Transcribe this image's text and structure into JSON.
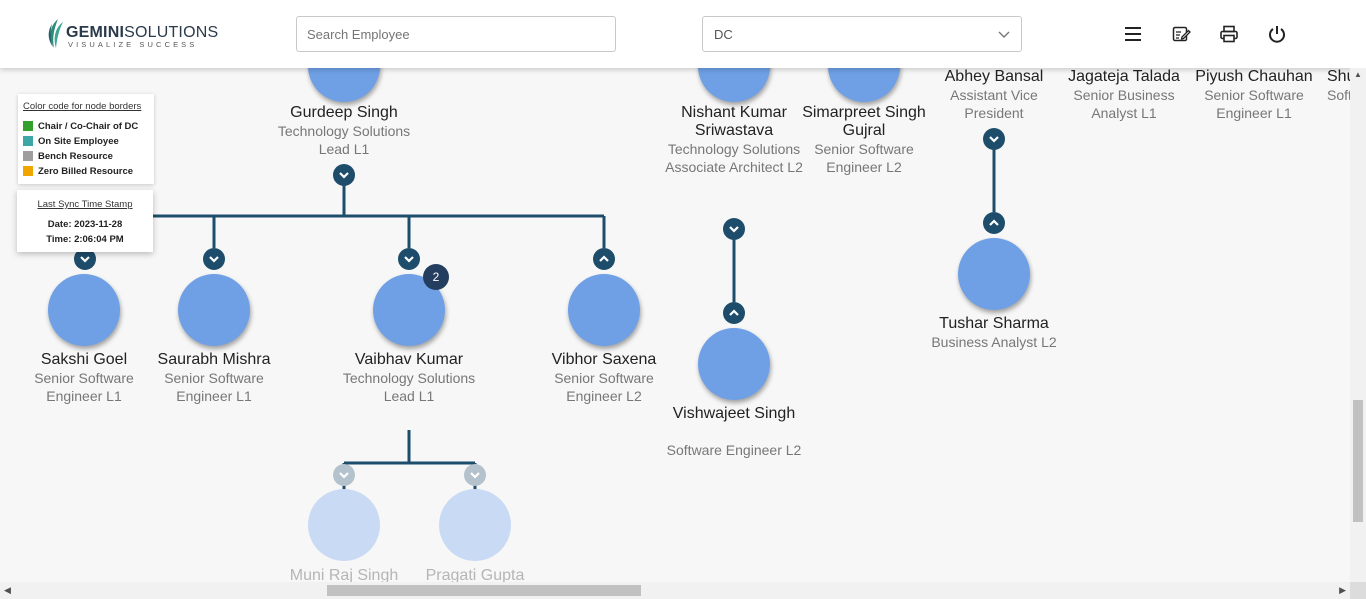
{
  "header": {
    "logo_name": "GEMINI",
    "logo_suffix": "SOLUTIONS",
    "logo_tagline": "VISUALIZE SUCCESS",
    "search_placeholder": "Search Employee",
    "dc_selected": "DC",
    "icons": [
      "menu-icon",
      "edit-note-icon",
      "print-icon",
      "power-icon"
    ]
  },
  "legend": {
    "title": "Color code for node borders",
    "items": [
      {
        "label": "Chair / Co-Chair of DC",
        "color": "#33a02c"
      },
      {
        "label": "On Site Employee",
        "color": "#3ea6a6"
      },
      {
        "label": "Bench Resource",
        "color": "#9e9e9e"
      },
      {
        "label": "Zero Billed Resource",
        "color": "#f0a500"
      }
    ]
  },
  "sync": {
    "title": "Last Sync Time Stamp",
    "date": "Date: 2023-11-28",
    "time": "Time: 2:06:04 PM"
  },
  "nodes": {
    "gurdeep": {
      "name": "Gurdeep Singh",
      "role": "Technology Solutions Lead L1"
    },
    "nishant": {
      "name": "Nishant Kumar Sriwastava",
      "role": "Technology Solutions Associate Architect L2"
    },
    "simarpreet": {
      "name": "Simarpreet Singh Gujral",
      "role": "Senior Software Engineer L2"
    },
    "abhey": {
      "name": "Abhey Bansal",
      "role": "Assistant Vice President"
    },
    "jagateja": {
      "name": "Jagateja Talada",
      "role": "Senior Business Analyst L1"
    },
    "piyush": {
      "name": "Piyush Chauhan",
      "role": "Senior Software Engineer L1"
    },
    "shu": {
      "name": "Shu",
      "role": "Soft"
    },
    "sakshi": {
      "name": "Sakshi Goel",
      "role": "Senior Software Engineer L1"
    },
    "saurabh": {
      "name": "Saurabh Mishra",
      "role": "Senior Software Engineer L1"
    },
    "vaibhav": {
      "name": "Vaibhav Kumar",
      "role": "Technology Solutions Lead L1",
      "badge": "2"
    },
    "vibhor": {
      "name": "Vibhor Saxena",
      "role": "Senior Software Engineer L2"
    },
    "vishwajeet": {
      "name": "Vishwajeet Singh",
      "role": "Software Engineer L2"
    },
    "tushar": {
      "name": "Tushar Sharma",
      "role": "Business Analyst L2"
    },
    "muni": {
      "name": "Muni Raj Singh"
    },
    "pragati": {
      "name": "Pragati Gupta"
    }
  }
}
